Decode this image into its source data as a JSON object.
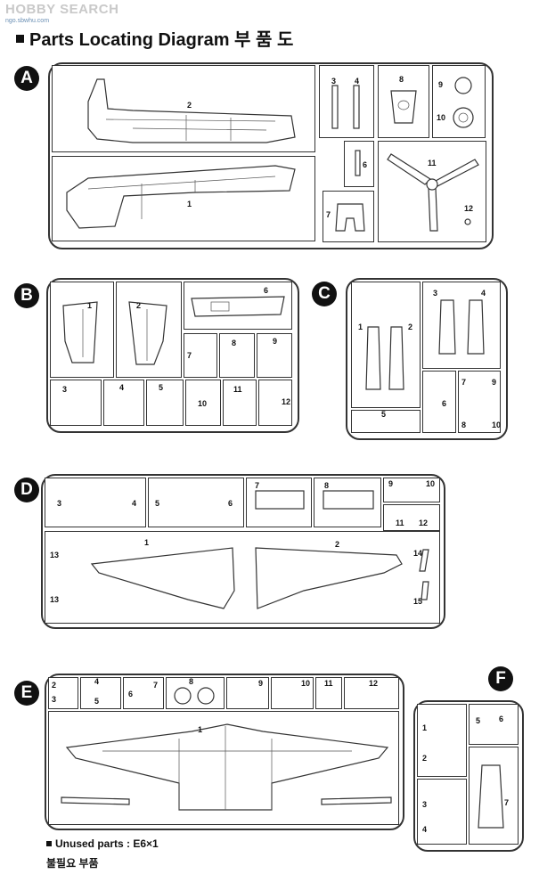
{
  "watermark": {
    "site": "HOBBY SEARCH",
    "sub": "ngo.sbwhu.com"
  },
  "header": {
    "title": "Parts Locating Diagram 부 품 도"
  },
  "sprues": {
    "A": {
      "label": "A",
      "parts": [
        "1",
        "2",
        "3",
        "4",
        "6",
        "7",
        "8",
        "9",
        "10",
        "11",
        "12"
      ]
    },
    "B": {
      "label": "B",
      "parts": [
        "1",
        "2",
        "3",
        "4",
        "5",
        "6",
        "7",
        "8",
        "9",
        "10",
        "11",
        "12"
      ]
    },
    "C": {
      "label": "C",
      "parts": [
        "1",
        "2",
        "3",
        "4",
        "5",
        "6",
        "7",
        "8",
        "9",
        "10"
      ]
    },
    "D": {
      "label": "D",
      "parts": [
        "1",
        "2",
        "3",
        "4",
        "5",
        "6",
        "7",
        "8",
        "9",
        "10",
        "11",
        "12",
        "13",
        "13",
        "14",
        "15"
      ]
    },
    "E": {
      "label": "E",
      "parts": [
        "1",
        "2",
        "3",
        "4",
        "5",
        "6",
        "7",
        "8",
        "9",
        "10",
        "11",
        "12"
      ]
    },
    "F": {
      "label": "F",
      "parts": [
        "1",
        "2",
        "3",
        "4",
        "5",
        "6",
        "7"
      ]
    }
  },
  "footer": {
    "unused": "Unused parts : E6×1",
    "korean": "불필요 부품"
  }
}
